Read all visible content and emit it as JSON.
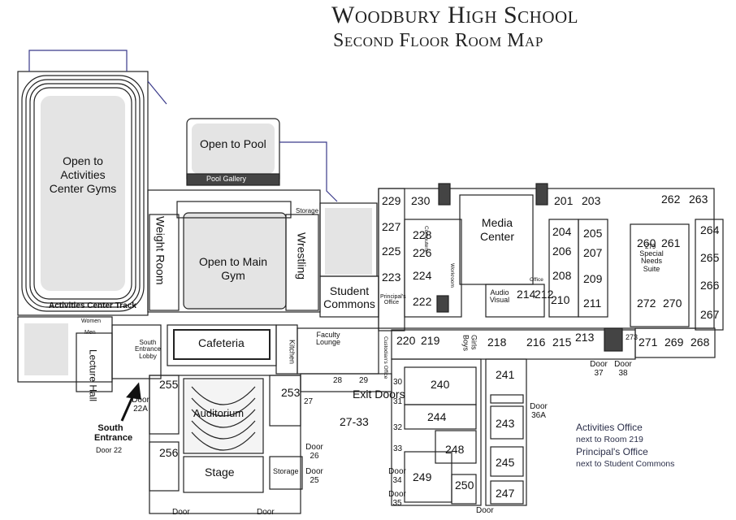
{
  "header": {
    "title": "Woodbury High School",
    "subtitle": "Second Floor Room Map"
  },
  "areas": {
    "activities_gyms": "Open to Activities Center Gyms",
    "activities_track": "Activities Center Track",
    "open_pool": "Open to Pool",
    "pool_gallery": "Pool Gallery",
    "weight_room": "Weight Room",
    "main_gym": "Open to Main Gym",
    "wrestling": "Wrestling",
    "storage": "Storage",
    "student_commons": "Student Commons",
    "principals_office": "Principal's Office",
    "media_center": "Media Center",
    "audio_visual": "Audio Visual",
    "office": "Office",
    "special_needs": "Special Needs Suite",
    "cafeteria": "Cafeteria",
    "kitchen": "Kitchen",
    "faculty_lounge": "Faculty Lounge",
    "custodians_office": "Custodian's Office",
    "lecture_hall": "Lecture Hall",
    "women": "Women",
    "men": "Men",
    "south_entrance_lobby": "South Entrance Lobby",
    "auditorium": "Auditorium",
    "stage": "Stage",
    "exit_doors": "Exit Doors",
    "exit_doors_nums": "27-33",
    "boys": "Boys",
    "girls": "Girls",
    "computers": "Computers",
    "workroom": "Workroom",
    "south_entrance": "South Entrance",
    "door_22": "Door 22"
  },
  "rooms": [
    "229",
    "230",
    "201",
    "203",
    "262",
    "263",
    "227",
    "228",
    "205",
    "264",
    "225",
    "226",
    "204",
    "207",
    "260",
    "261",
    "206",
    "265",
    "223",
    "224",
    "208",
    "209",
    "279",
    "266",
    "222",
    "210",
    "211",
    "272",
    "270",
    "267",
    "214",
    "212",
    "220",
    "219",
    "218",
    "216",
    "215",
    "213",
    "271",
    "269",
    "268",
    "273",
    "240",
    "241",
    "244",
    "243",
    "248",
    "245",
    "249",
    "250",
    "247",
    "255",
    "253",
    "256"
  ],
  "doors": [
    "Door 37",
    "Door 38",
    "Door 36A",
    "Door 22A",
    "Door 26",
    "Door 25",
    "Door 34",
    "Door 35",
    "Door",
    "Door",
    "Door",
    "27",
    "28",
    "29",
    "30",
    "31",
    "32",
    "33"
  ],
  "legend": {
    "activities_office": "Activities Office",
    "activities_office_loc": "next to Room 219",
    "principals_office": "Principal's Office",
    "principals_office_loc": "next to Student Commons"
  }
}
